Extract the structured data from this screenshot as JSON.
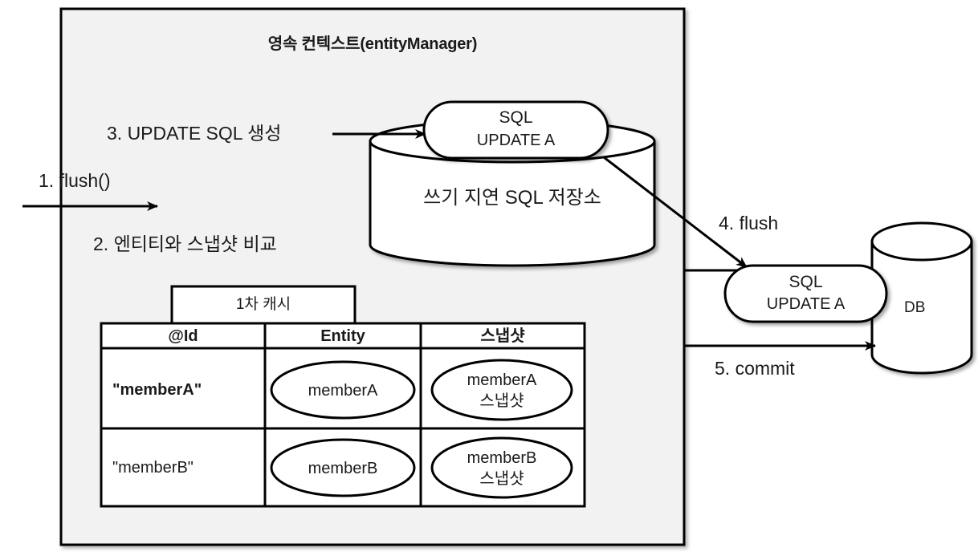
{
  "diagram": {
    "context_box": {
      "title": "영속 컨텍스트(entityManager)",
      "fill": "#f2f2f2",
      "stroke": "#000000"
    },
    "steps": {
      "step1": "1. flush()",
      "step2": "2. 엔티티와 스냅샷 비교",
      "step3": "3. UPDATE SQL 생성",
      "step4": "4. flush",
      "step5": "5. commit"
    },
    "write_behind_store": {
      "label": "쓰기 지연 SQL 저장소",
      "sql_box": {
        "line1": "SQL",
        "line2": "UPDATE A"
      }
    },
    "database": {
      "label": "DB",
      "sql_box": {
        "line1": "SQL",
        "line2": "UPDATE A"
      }
    },
    "first_level_cache": {
      "label": "1차 캐시",
      "headers": [
        "@Id",
        "Entity",
        "스냅샷"
      ],
      "rows": [
        {
          "id": "\"memberA\"",
          "id_bold": true,
          "entity": "memberA",
          "snapshot_line1": "memberA",
          "snapshot_line2": "스냅샷"
        },
        {
          "id": "\"memberB\"",
          "id_bold": false,
          "entity": "memberB",
          "snapshot_line1": "memberB",
          "snapshot_line2": "스냅샷"
        }
      ]
    }
  }
}
